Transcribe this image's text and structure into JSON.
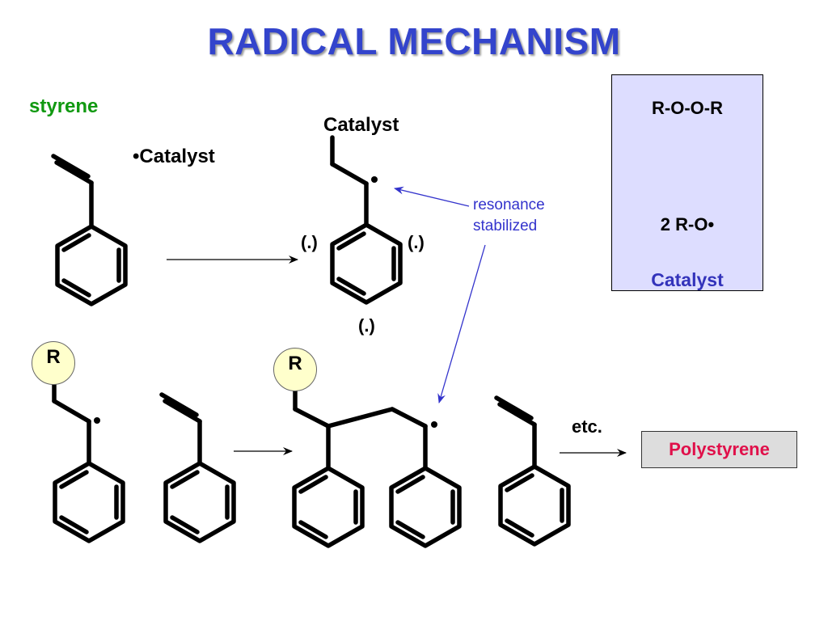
{
  "title": "RADICAL MECHANISM",
  "labels": {
    "styrene": "styrene",
    "catalyst_radical": "•Catalyst",
    "catalyst": "Catalyst",
    "radical_site": "(.)",
    "resonance_line1": "resonance",
    "resonance_line2": "stabilized",
    "r_group": "R",
    "etc": "etc.",
    "product": "Polystyrene"
  },
  "initiation_box": {
    "peroxide": "R-O-O-R",
    "radicals": "2 R-O•",
    "label": "Catalyst"
  },
  "colors": {
    "title": "#3344cc",
    "styrene_label": "#119911",
    "annotation": "#3333cc",
    "box_fill": "#ddddff",
    "r_circle_fill": "#ffffcc",
    "product_text": "#e0104a",
    "product_fill": "#dddddd"
  }
}
